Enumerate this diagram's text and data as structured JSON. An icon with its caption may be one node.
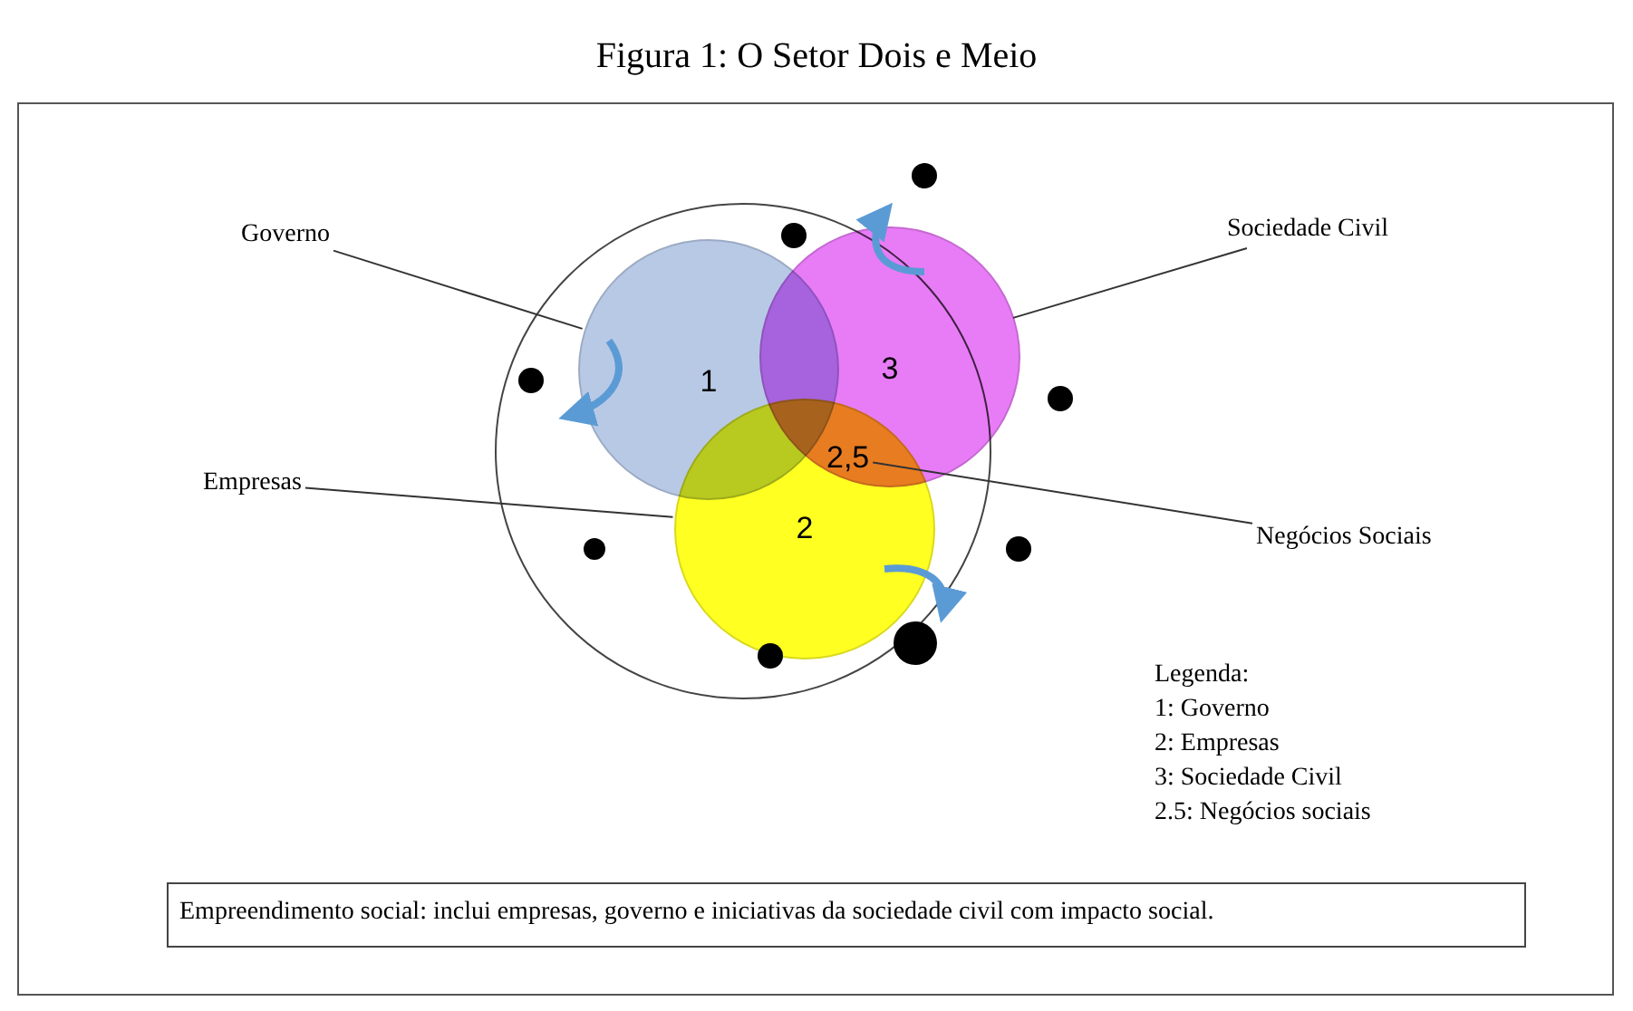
{
  "diagram": {
    "title": "Figura 1: O Setor Dois e Meio",
    "nodes": [
      {
        "text": [],
        "shape": "circle"
      },
      {
        "text": [
          "Governo"
        ]
      },
      {
        "text": [
          "1"
        ],
        "in": 0
      },
      {
        "text": [
          "Sociedade Civil"
        ]
      },
      {
        "text": [
          "3"
        ],
        "in": 0
      },
      {
        "text": [
          "Empresas"
        ]
      },
      {
        "text": [
          "2"
        ],
        "in": 0
      },
      {
        "text": [
          "2,5"
        ]
      },
      {
        "text": [
          "Negócios Sociais"
        ]
      },
      {
        "text": [
          "Empreendimento social: inclui empresas, governo e iniciativas da sociedade civil com impacto social."
        ]
      }
    ],
    "edges": [
      {
        "from": 1,
        "to": 2,
        "arrow": "none"
      },
      {
        "from": 3,
        "to": 4,
        "arrow": "none"
      },
      {
        "from": 5,
        "to": 6,
        "arrow": "none"
      },
      {
        "from": 8,
        "to": 7,
        "arrow": "none"
      }
    ],
    "labels": [
      "Legenda:",
      "1: Governo",
      "2: Empresas",
      "3: Sociedade Civil",
      "2.5: Negócios sociais"
    ]
  }
}
